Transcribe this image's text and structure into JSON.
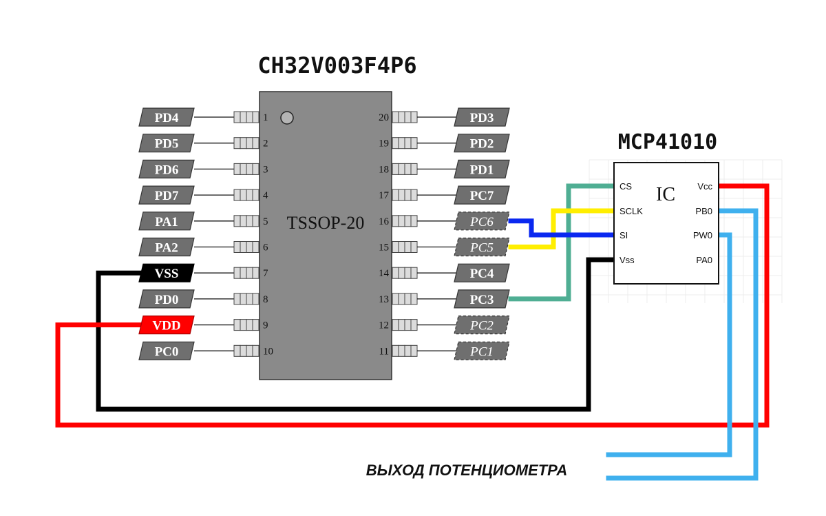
{
  "mcu": {
    "title": "CH32V003F4P6",
    "package_label": "TSSOP-20",
    "left_pins": [
      {
        "num": "1",
        "label": "PD4",
        "style": "normal"
      },
      {
        "num": "2",
        "label": "PD5",
        "style": "normal"
      },
      {
        "num": "3",
        "label": "PD6",
        "style": "normal"
      },
      {
        "num": "4",
        "label": "PD7",
        "style": "normal"
      },
      {
        "num": "5",
        "label": "PA1",
        "style": "normal"
      },
      {
        "num": "6",
        "label": "PA2",
        "style": "normal"
      },
      {
        "num": "7",
        "label": "VSS",
        "style": "ground"
      },
      {
        "num": "8",
        "label": "PD0",
        "style": "normal"
      },
      {
        "num": "9",
        "label": "VDD",
        "style": "power"
      },
      {
        "num": "10",
        "label": "PC0",
        "style": "normal"
      }
    ],
    "right_pins": [
      {
        "num": "20",
        "label": "PD3",
        "style": "normal"
      },
      {
        "num": "19",
        "label": "PD2",
        "style": "normal"
      },
      {
        "num": "18",
        "label": "PD1",
        "style": "normal"
      },
      {
        "num": "17",
        "label": "PC7",
        "style": "normal"
      },
      {
        "num": "16",
        "label": "PC6",
        "style": "dashed"
      },
      {
        "num": "15",
        "label": "PC5",
        "style": "dashed"
      },
      {
        "num": "14",
        "label": "PC4",
        "style": "normal"
      },
      {
        "num": "13",
        "label": "PC3",
        "style": "normal"
      },
      {
        "num": "12",
        "label": "PC2",
        "style": "dashed"
      },
      {
        "num": "11",
        "label": "PC1",
        "style": "dashed"
      }
    ]
  },
  "ic": {
    "title": "MCP41010",
    "body_label": "IC",
    "left_pins": [
      "CS",
      "SCLK",
      "SI",
      "Vss"
    ],
    "right_pins": [
      "Vcc",
      "PB0",
      "PW0",
      "PA0"
    ]
  },
  "caption": "ВЫХОД ПОТЕНЦИОМЕТРА",
  "colors": {
    "chip_body": "#8a8a8a",
    "label_normal": "#6f6f6f",
    "label_ground": "#000000",
    "label_power": "#ff0000",
    "wire_cs": "#4fae93",
    "wire_sclk": "#ffee00",
    "wire_si": "#0a28f0",
    "wire_vss": "#000000",
    "wire_vdd": "#ff0000",
    "wire_output": "#3fb0ee"
  },
  "wires": [
    {
      "name": "cs-wire",
      "color_key": "wire_cs",
      "from": "PC3",
      "to": "CS"
    },
    {
      "name": "sclk-wire",
      "color_key": "wire_sclk",
      "from": "PC5",
      "to": "SCLK"
    },
    {
      "name": "si-wire",
      "color_key": "wire_si",
      "from": "PC6",
      "to": "SI"
    },
    {
      "name": "vss-wire",
      "color_key": "wire_vss",
      "from": "VSS",
      "to": "Vss"
    },
    {
      "name": "vdd-wire",
      "color_key": "wire_vdd",
      "from": "VDD",
      "to": "Vcc"
    },
    {
      "name": "pb0-output-wire",
      "color_key": "wire_output",
      "from": "PB0",
      "to": "output"
    },
    {
      "name": "pw0-output-wire",
      "color_key": "wire_output",
      "from": "PW0",
      "to": "output"
    }
  ]
}
